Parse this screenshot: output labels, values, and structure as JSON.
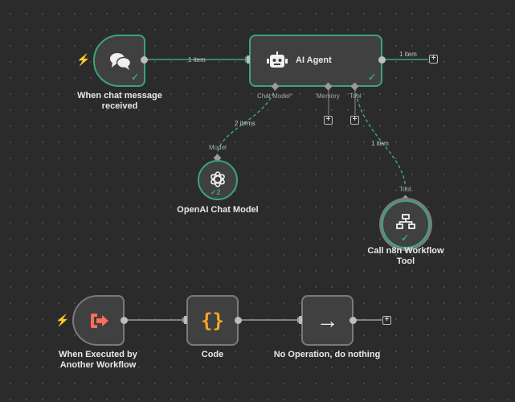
{
  "nodes": {
    "chat_trigger": {
      "label_line1": "When chat message",
      "label_line2": "received",
      "icon": "chat-bubbles-icon"
    },
    "ai_agent": {
      "label": "AI Agent",
      "icon": "robot-icon",
      "ports": {
        "chat_model": "Chat Model",
        "required_mark": "*",
        "memory": "Memory",
        "tool": "Tool"
      }
    },
    "openai_model": {
      "label": "OpenAI Chat Model",
      "port": "Model",
      "run_count": "2",
      "icon": "openai-icon"
    },
    "workflow_tool": {
      "label_line1": "Call n8n Workflow",
      "label_line2": "Tool",
      "port": "Tool",
      "icon": "sitemap-icon"
    },
    "exec_trigger": {
      "label_line1": "When Executed by",
      "label_line2": "Another Workflow",
      "icon": "sign-out-icon"
    },
    "code": {
      "label": "Code",
      "icon": "curly-braces-icon",
      "glyph": "{}"
    },
    "noop": {
      "label": "No Operation, do nothing",
      "icon": "arrow-right-icon",
      "glyph": "→"
    }
  },
  "edges": {
    "trigger_to_agent": "1 item",
    "agent_output": "1 item",
    "model_to_agent": "2 items",
    "tool_to_agent": "1 item"
  },
  "colors": {
    "success": "#3aa57a",
    "trigger_bolt": "#ff6d5a",
    "code_icon": "#f5a623",
    "exec_icon": "#ff6d5a"
  }
}
